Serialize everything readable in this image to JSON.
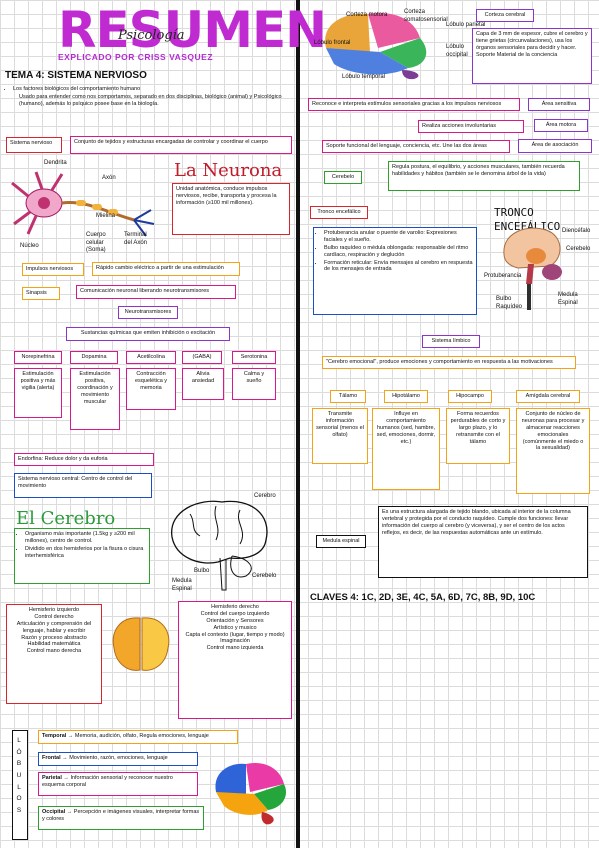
{
  "header": {
    "title": "RESUMEN",
    "script": "Psicología",
    "subtitle": "EXPLICADO POR CRISS VASQUEZ",
    "topic": "TEMA 4: SISTEMA NERVIOSO"
  },
  "intro": {
    "bullet1": "Los factores biológicos del comportamiento humano",
    "bullet2": "Usado para entender como nos comportamos, separado en dos disciplinas, biológico (animal) y Psicológico (humano), además lo psíquico posee base en la biología."
  },
  "sn": {
    "label": "Sistema nervioso",
    "def": "Conjunto de tejidos y estructuras encargadas de controlar y coordinar el cuerpo"
  },
  "neuron": {
    "title": "La Neurona",
    "def": "Unidad anatómica, conduce impulsos nerviosos, recibe, transporta y procesa la información (≥100 mil millones).",
    "parts": {
      "dendrita": "Dendrita",
      "axon": "Axón",
      "nucleo": "Núcleo",
      "mielina": "Mielina",
      "cuerpo": "Cuerpo celular (Soma)",
      "terminal": "Terminal del Axón"
    }
  },
  "impulsos": {
    "label": "Impulsos nerviosos",
    "def": "Rápido cambio eléctrico a partir de una estimulación"
  },
  "sinapsis": {
    "label": "Sinapsis",
    "def": "Comunicación neuronal liberando neurotransmisores"
  },
  "nt": {
    "label": "Neurotransmisores",
    "def": "Sustancias químicas que emiten inhibición o excitación",
    "items": [
      {
        "name": "Norepinefrina",
        "desc": "Estimulación positiva y más vigilia (alerta)"
      },
      {
        "name": "Dopamina",
        "desc": "Estimulación positiva, coordinación y movimiento muscular"
      },
      {
        "name": "Acetilcolina",
        "desc": "Contracción esquelética y memoria"
      },
      {
        "name": "(GABA)",
        "desc": "Alivia ansiedad"
      },
      {
        "name": "Serotonina",
        "desc": "Calma y sueño"
      }
    ],
    "endorfina": "Endorfina: Reduce dolor y da euforia"
  },
  "snc": {
    "def": "Sistema nervioso central: Centro de control del movimiento"
  },
  "cerebro": {
    "title": "El Cerebro",
    "b1": "Organismo más importante (1.5kg y ≥200 mil millones), centro de control.",
    "b2": "Dividido en dos hemisferios por la fisura o cisura interhemisférica",
    "labels": {
      "cerebro": "Cerebro",
      "bulbo": "Bulbo",
      "medula": "Medula Espinal",
      "cerebelo": "Cerebelo"
    }
  },
  "hemi_izq": {
    "title": "Hemisferio izquierdo",
    "items": [
      "Control derecho",
      "Articulación y comprensión del lenguaje, hablar y escribir",
      "Razón y proceso abstracto",
      "Habilidad matemática",
      "Control mano derecha"
    ]
  },
  "hemi_der": {
    "title": "Hemisferio derecho",
    "items": [
      "Control del cuerpo izquierdo",
      "Orientación y Sensores",
      "Artístico y musico",
      "Capta el contexto (lugar, tiempo y modo)",
      "Imaginación",
      "Control mano izquierda"
    ]
  },
  "lobulos": {
    "vertical": "LÓBULOS",
    "items": [
      {
        "name": "Temporal",
        "desc": "Memoria, audición, olfato, Regula emociones, lenguaje"
      },
      {
        "name": "Frontal",
        "desc": "Movimiento, razón, emociones, lenguaje"
      },
      {
        "name": "Parietal",
        "desc": "Información sensorial y reconocer nuestro esquema corporal"
      },
      {
        "name": "Occipital",
        "desc": "Percepción e imágenes visuales, interpretar formas y colores"
      }
    ]
  },
  "brain_top": {
    "labels": {
      "frontal": "Lóbulo frontal",
      "parietal": "Lóbulo parietal",
      "temporal": "Lóbulo temporal",
      "occipital": "Lóbulo occipital",
      "motora": "Corteza motora",
      "somato": "Corteza somatosensorial"
    }
  },
  "corteza": {
    "label": "Corteza cerebral",
    "def": "Capa de 3 mm de espesor, cubre el cerebro y tiene grietas (circunvalaciones), usa los órganos sensoriales para decidir y hacer. Soporte Material de la conciencia"
  },
  "areas": [
    {
      "desc": "Reconoce e interpreta estímulos sensoriales gracias a los impulsos nerviosos",
      "name": "Área sensitiva"
    },
    {
      "desc": "Realiza acciones involuntarias",
      "name": "Área motora"
    },
    {
      "desc": "Soporte funcional del lenguaje, conciencia, etc. Une las dos áreas",
      "name": "Área de asociación"
    }
  ],
  "cerebelo": {
    "label": "Cerebelo",
    "def": "Regula postura, el equilibrio, y acciones musculares, también recuerda habilidades y hábitos (también se le denomina árbol de la vida)"
  },
  "tronco": {
    "label": "Tronco encefálico",
    "title": "TRONCO ENCEFÁLICO",
    "items": [
      "Protuberancia anular o puente de varolio: Expresiones faciales y el sueño.",
      "Bulbo raquídeo o médula oblongada: responsable del ritmo cardíaco, respiración y deglución",
      "Formación reticular: Envía mensajes al cerebro en respuesta de los mensajes de entrada"
    ],
    "labels": {
      "diencefalo": "Diencéfalo",
      "cerebelo": "Cerebelo",
      "protuberancia": "Protuberancia",
      "bulbo": "Bulbo Raquídeo",
      "medula": "Medula Espinal"
    }
  },
  "limbico": {
    "label": "Sistema límbico",
    "quote": "\"Cerebro emocional\", produce emociones y comportamiento en respuesta a las motivaciones",
    "items": [
      {
        "name": "Tálamo",
        "desc": "Transmite información sensorial (menos el olfato)"
      },
      {
        "name": "Hipotálamo",
        "desc": "Influye en comportamiento humanos (sed, hambre, sed, emociones, dormir, etc.)"
      },
      {
        "name": "Hipocampo",
        "desc": "Forma recuerdos perdurables de corto y largo plazo, y lo retransmite con el tálamo"
      },
      {
        "name": "Amígdala cerebral",
        "desc": "Conjunto de núcleo de neuronas para procesar y almacenar reacciones emocionales (comúnmente el miedo o la sexualidad)"
      }
    ]
  },
  "medula": {
    "label": "Medula espinal",
    "def": "Es una estructura alargada de tejido blando, ubicada al interior de la columna vertebral y protegida por el conducto raquídeo. Cumple dos funciones: llevar información del cuerpo al cerebro (y viceversa), y ser el centro de los actos reflejos, es decir, de las respuestas automáticas ante un estímulo."
  },
  "claves": "CLAVES 4: 1C, 2D, 3E, 4C, 5A, 6D, 7C, 8B, 9D, 10C"
}
